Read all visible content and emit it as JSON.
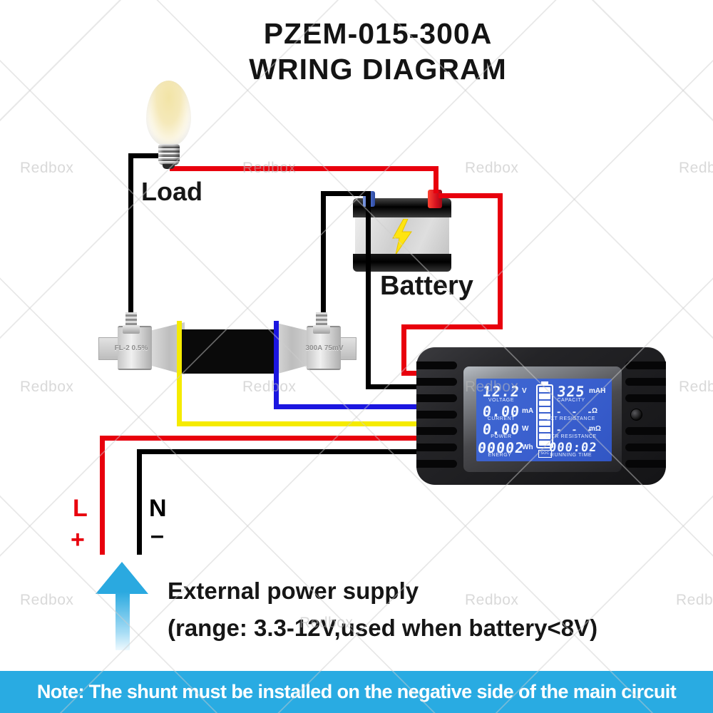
{
  "title": {
    "line1": "PZEM-015-300A",
    "line2": "WRING DIAGRAM"
  },
  "watermark": {
    "text": "Redbox"
  },
  "diagram": {
    "load_label": "Load",
    "battery_label": "Battery",
    "shunt": {
      "left_marking": "FL-2 0.5%",
      "right_marking": "300A 75mV"
    },
    "power_input": {
      "live": "L",
      "live_sign": "+",
      "neutral": "N",
      "neutral_sign": "–"
    },
    "external_power": {
      "line1": "External power supply",
      "line2": "(range: 3.3-12V,used when battery<8V)"
    }
  },
  "meter": {
    "lcd": {
      "voltage": {
        "value": "12.2",
        "unit": "V",
        "label": "VOLTAGE"
      },
      "current": {
        "value": "0.00",
        "unit": "mA",
        "label": "CURRENT"
      },
      "power": {
        "value": "0.00",
        "unit": "W",
        "label": "POWER"
      },
      "energy": {
        "value": "00002",
        "unit": "Wh",
        "label": "ENERGY"
      },
      "capacity": {
        "value": "325",
        "unit": "mAH",
        "label": "CAPACITY"
      },
      "ext_resistance": {
        "value": "- - -",
        "unit": "Ω",
        "label": "EXT RESISTANCE"
      },
      "intr_resistance": {
        "value": "- - -",
        "unit": "mΩ",
        "label": "INTR RESISTANCE"
      },
      "running_time": {
        "value": "000:02",
        "label": "RUNNING TIME"
      },
      "soc_gauge": {
        "label": "SOC",
        "segments": 9
      }
    }
  },
  "note": "Note: The shunt must be installed on the negative side of the main circuit",
  "colors": {
    "wire_red": "#e8000d",
    "wire_black": "#000000",
    "wire_blue": "#1b16e0",
    "wire_yellow": "#f5eb00",
    "note_bar": "#29abe2",
    "lcd_screen": "#3f68d2",
    "arrow_blue": "#2aa9e0"
  }
}
